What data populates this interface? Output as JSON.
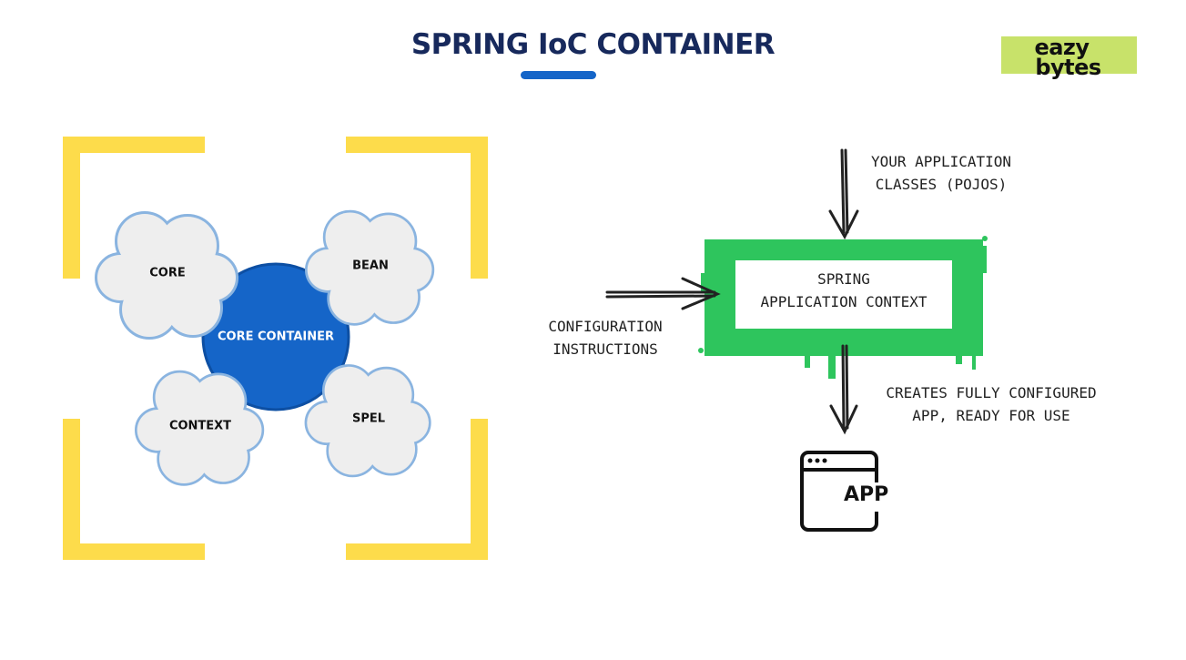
{
  "header": {
    "title": "SPRING IoC CONTAINER"
  },
  "logo": {
    "line1": "eazy",
    "line2": "bytes"
  },
  "core_container": {
    "label": "CORE CONTAINER",
    "modules": [
      {
        "label": "CORE"
      },
      {
        "label": "BEAN"
      },
      {
        "label": "CONTEXT"
      },
      {
        "label": "SPEL"
      }
    ]
  },
  "flow": {
    "input_top_line1": "YOUR APPLICATION",
    "input_top_line2": "CLASSES (POJOS)",
    "input_left_line1": "CONFIGURATION",
    "input_left_line2": "INSTRUCTIONS",
    "context_line1": "SPRING",
    "context_line2": "APPLICATION CONTEXT",
    "output_line1": "CREATES FULLY CONFIGURED",
    "output_line2": "APP, READY FOR USE",
    "app_label": "APP"
  },
  "colors": {
    "title": "#17295c",
    "accent_blue": "#1565c8",
    "bracket_yellow": "#fddc4b",
    "cloud_fill": "#eeeeee",
    "cloud_stroke": "#8ab4e0",
    "context_green": "#2ec55d",
    "logo_bg": "#c8e26a"
  }
}
